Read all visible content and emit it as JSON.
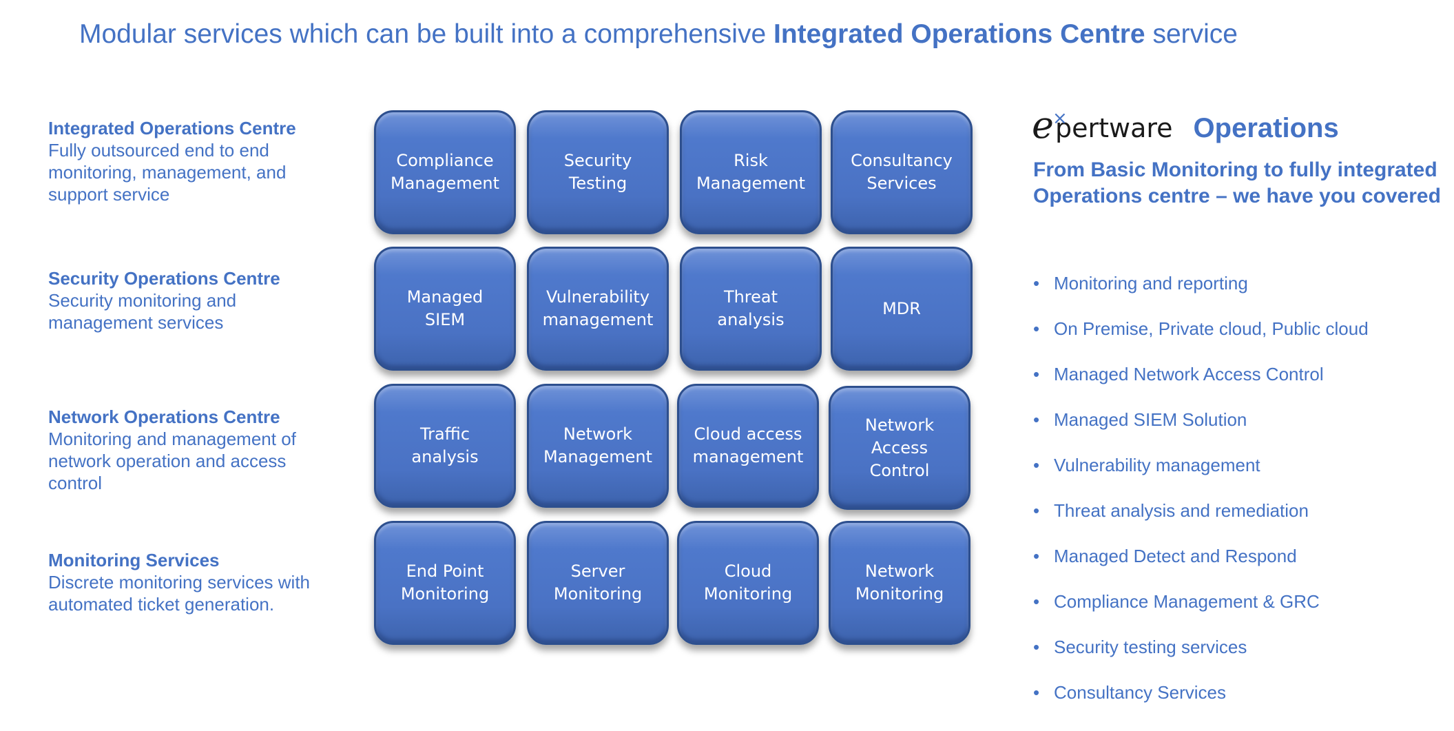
{
  "title": {
    "prefix": "Modular services which can be built into a comprehensive ",
    "bold": "Integrated Operations Centre",
    "suffix": " service"
  },
  "tiers": [
    {
      "heading": "Integrated Operations Centre",
      "description": "Fully outsourced end to end monitoring, management, and support service"
    },
    {
      "heading": "Security Operations Centre",
      "description": "Security monitoring and management services"
    },
    {
      "heading": "Network Operations Centre",
      "description": "Monitoring and management of network operation and access control"
    },
    {
      "heading": "Monitoring Services",
      "description": "Discrete monitoring services with automated ticket generation."
    }
  ],
  "tiles": [
    [
      "Compliance\nManagement",
      "Security\nTesting",
      "Risk\nManagement",
      "Consultancy\nServices"
    ],
    [
      "Managed\nSIEM",
      "Vulnerability\nmanagement",
      "Threat\nanalysis",
      "MDR"
    ],
    [
      "Traffic\nanalysis",
      "Network\nManagement",
      "Cloud access\nmanagement",
      "Network\nAccess\nControl"
    ],
    [
      "End Point\nMonitoring",
      "Server\nMonitoring",
      "Cloud\nMonitoring",
      "Network\nMonitoring"
    ]
  ],
  "brand": {
    "logo_letter": "e",
    "logo_mark": "×",
    "logo_word": "pertware",
    "section": "Operations"
  },
  "tagline": "From Basic Monitoring to fully integrated Operations centre – we have you covered",
  "bullets": [
    "Monitoring and reporting",
    "On Premise, Private cloud, Public cloud",
    "Managed Network Access Control",
    "Managed SIEM Solution",
    "Vulnerability management",
    "Threat analysis and remediation",
    "Managed Detect and Respond",
    "Compliance Management & GRC",
    "Security testing services",
    "Consultancy Services"
  ],
  "bullet_glyph": "•",
  "colors": {
    "accent": "#4472c4",
    "tile": "#4a72c4",
    "tile_border": "#2d4f8e"
  }
}
